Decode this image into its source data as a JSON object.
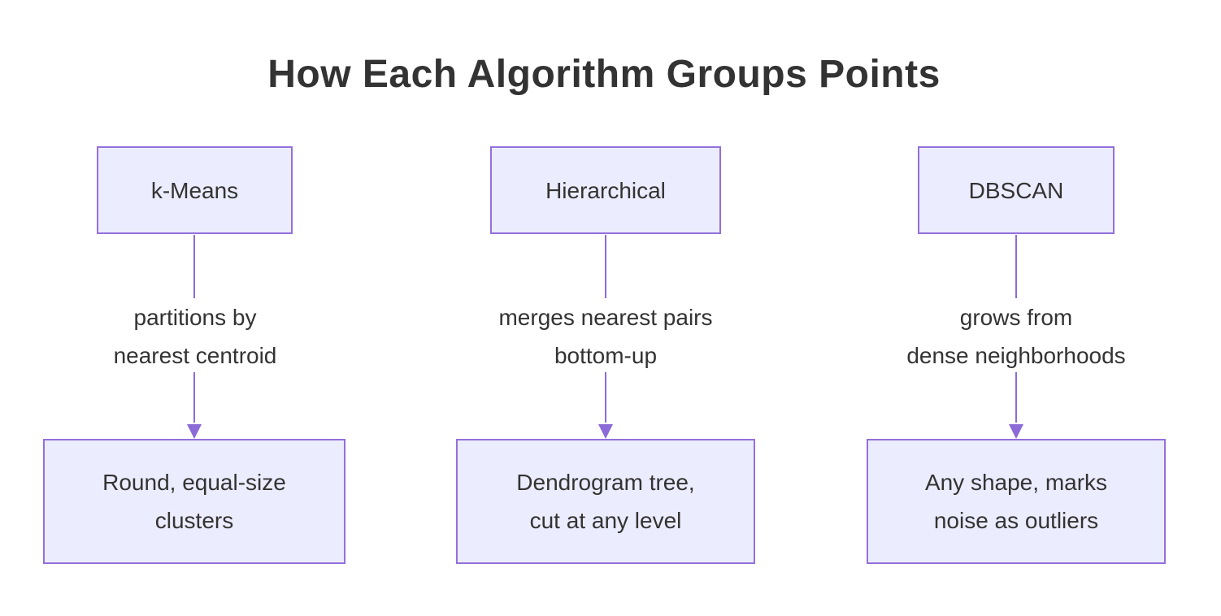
{
  "title": "How Each Algorithm Groups Points",
  "colors": {
    "background": "#FFFFFF",
    "node_fill": "#ECECFF",
    "node_border": "#9370DB",
    "connector": "#8C6BD8",
    "text": "#333333"
  },
  "columns": [
    {
      "algorithm": "k-Means",
      "edge_label_lines": [
        "partitions by",
        "nearest centroid"
      ],
      "result_lines": [
        "Round, equal-size",
        "clusters"
      ]
    },
    {
      "algorithm": "Hierarchical",
      "edge_label_lines": [
        "merges nearest pairs",
        "bottom-up"
      ],
      "result_lines": [
        "Dendrogram tree,",
        "cut at any level"
      ]
    },
    {
      "algorithm": "DBSCAN",
      "edge_label_lines": [
        "grows from",
        "dense neighborhoods"
      ],
      "result_lines": [
        "Any shape, marks",
        "noise as outliers"
      ]
    }
  ]
}
